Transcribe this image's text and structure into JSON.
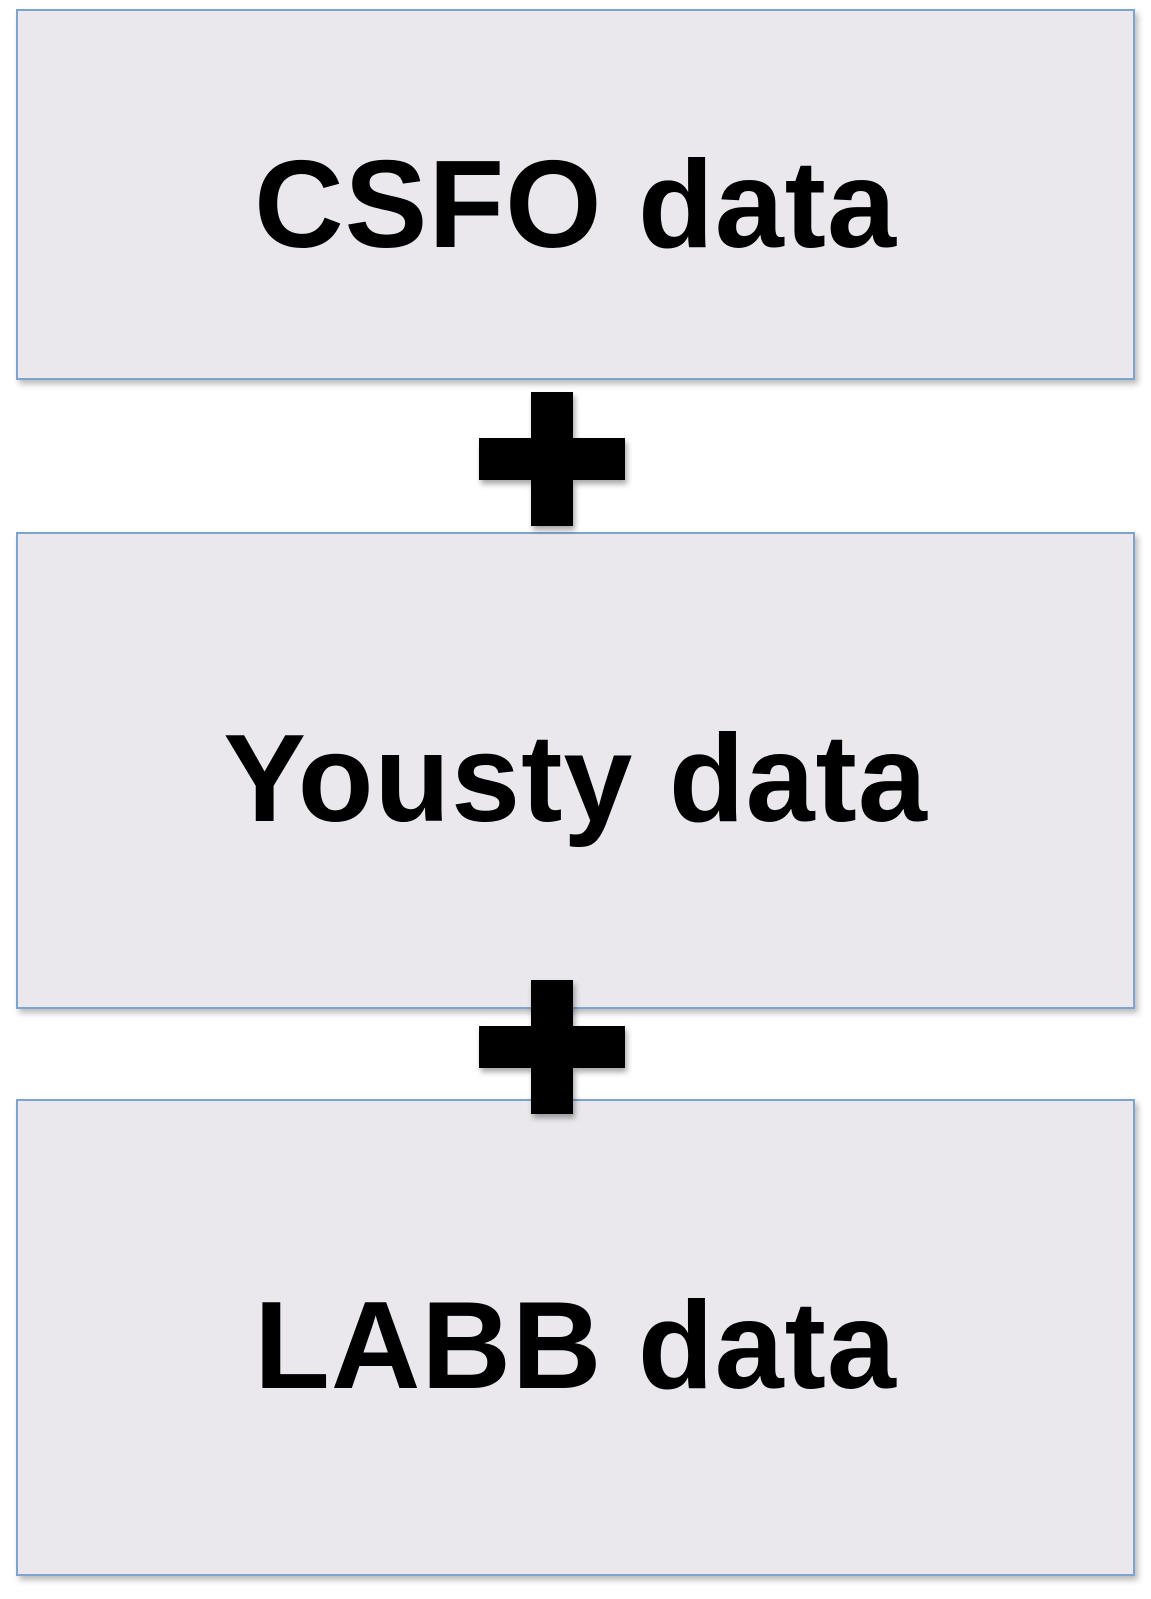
{
  "diagram": {
    "boxes": [
      {
        "label": "CSFO data"
      },
      {
        "label": "Yousty data"
      },
      {
        "label": "LABB data"
      }
    ],
    "connectors": [
      {
        "symbol": "plus-icon"
      },
      {
        "symbol": "plus-icon"
      }
    ],
    "colors": {
      "box_fill": "#eae8ec",
      "box_border": "#7ea3cc",
      "text": "#000000",
      "plus": "#000000"
    }
  }
}
